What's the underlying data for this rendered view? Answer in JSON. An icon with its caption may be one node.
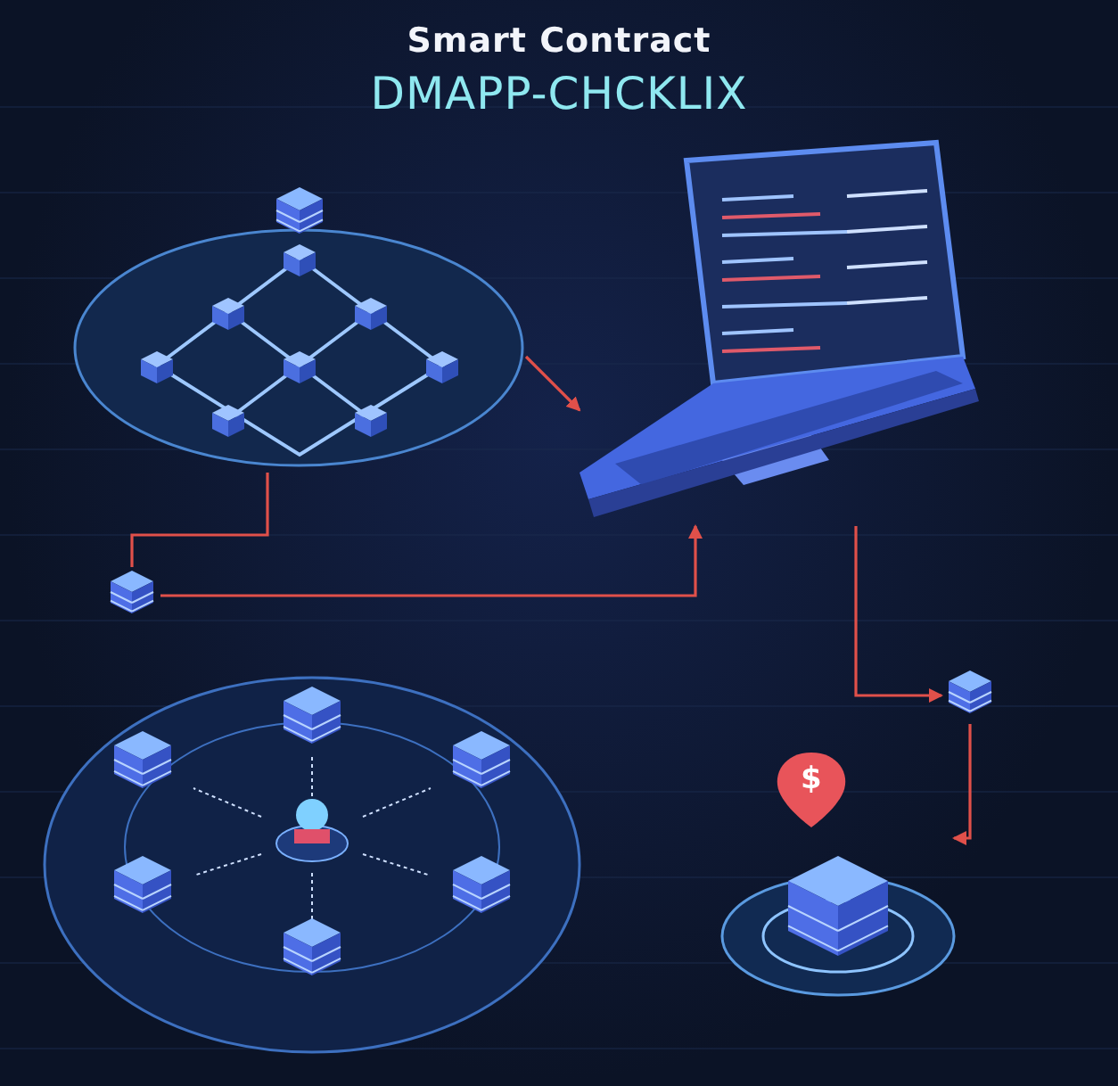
{
  "diagram": {
    "title": "Smart Contract",
    "nodes": [
      {
        "text": [],
        "shape": "picture"
      },
      {
        "text": [],
        "shape": "picture"
      },
      {
        "text": [],
        "shape": "picture"
      },
      {
        "text": [],
        "shape": "picture"
      },
      {
        "text": [],
        "shape": "picture"
      },
      {
        "text": [],
        "shape": "picture"
      }
    ],
    "edges": [
      {
        "from": 0,
        "to": 1,
        "arrow": "to"
      },
      {
        "from": 0,
        "to": 2,
        "arrow": "none"
      },
      {
        "from": 2,
        "to": 1,
        "arrow": "to"
      },
      {
        "from": 1,
        "to": 3,
        "arrow": "to"
      },
      {
        "from": 3,
        "to": 5,
        "arrow": "to"
      }
    ],
    "labels": [
      "DMAPP-CHCKLIX",
      "$"
    ]
  }
}
